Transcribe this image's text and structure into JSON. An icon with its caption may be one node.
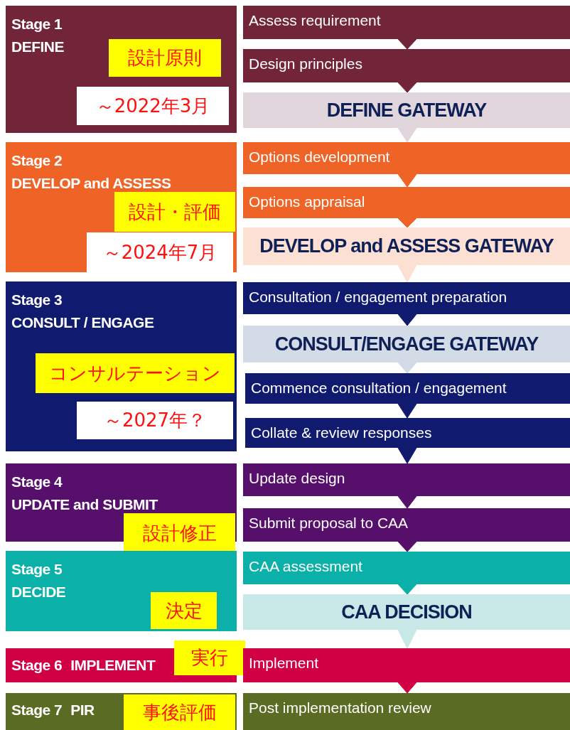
{
  "diagram": {
    "nodes": [
      {
        "text": [
          "Stage 1",
          "DEFINE"
        ]
      },
      {
        "text": [
          "設計原則"
        ],
        "in": 0
      },
      {
        "text": [
          "～2022年3月"
        ],
        "in": 0
      },
      {
        "text": [
          "Assess requirement"
        ]
      },
      {
        "text": [
          "Design principles"
        ]
      },
      {
        "text": [
          "DEFINE GATEWAY"
        ]
      },
      {
        "text": [
          "Stage 2",
          "DEVELOP and ASSESS"
        ]
      },
      {
        "text": [
          "設計・評価"
        ],
        "in": 6
      },
      {
        "text": [
          "～2024年7月"
        ],
        "in": 6
      },
      {
        "text": [
          "Options development"
        ]
      },
      {
        "text": [
          "Options appraisal"
        ]
      },
      {
        "text": [
          "DEVELOP and ASSESS GATEWAY"
        ]
      },
      {
        "text": [
          "Stage 3",
          "CONSULT / ENGAGE"
        ]
      },
      {
        "text": [
          "コンサルテーション"
        ],
        "in": 12
      },
      {
        "text": [
          "～2027年？"
        ],
        "in": 12
      },
      {
        "text": [
          "Consultation / engagement preparation"
        ]
      },
      {
        "text": [
          "CONSULT/ENGAGE GATEWAY"
        ]
      },
      {
        "text": [
          "Commence consultation / engagement"
        ]
      },
      {
        "text": [
          "Collate & review responses"
        ]
      },
      {
        "text": [
          "Stage 4",
          "UPDATE and SUBMIT"
        ]
      },
      {
        "text": [
          "設計修正"
        ]
      },
      {
        "text": [
          "Update design"
        ]
      },
      {
        "text": [
          "Submit proposal to CAA"
        ]
      },
      {
        "text": [
          "Stage 5",
          "DECIDE"
        ]
      },
      {
        "text": [
          "決定"
        ],
        "in": 23
      },
      {
        "text": [
          "CAA assessment"
        ]
      },
      {
        "text": [
          "CAA DECISION"
        ]
      },
      {
        "text": [
          "Stage 6",
          "IMPLEMENT"
        ]
      },
      {
        "text": [
          "実行"
        ]
      },
      {
        "text": [
          "Implement"
        ]
      },
      {
        "text": [
          "Stage 7",
          "PIR"
        ]
      },
      {
        "text": [
          "事後評価"
        ],
        "in": 30
      },
      {
        "text": [
          "Post implementation review"
        ]
      }
    ],
    "edges": [
      {
        "from": 3,
        "to": 4,
        "arrow": "to"
      },
      {
        "from": 4,
        "to": 5,
        "arrow": "to"
      },
      {
        "from": 5,
        "to": 9,
        "arrow": "to"
      },
      {
        "from": 9,
        "to": 10,
        "arrow": "to"
      },
      {
        "from": 10,
        "to": 11,
        "arrow": "to"
      },
      {
        "from": 11,
        "to": 15,
        "arrow": "to"
      },
      {
        "from": 15,
        "to": 16,
        "arrow": "to"
      },
      {
        "from": 16,
        "to": 17,
        "arrow": "to"
      },
      {
        "from": 17,
        "to": 18,
        "arrow": "to"
      },
      {
        "from": 18,
        "to": 21,
        "arrow": "to"
      },
      {
        "from": 21,
        "to": 22,
        "arrow": "to"
      },
      {
        "from": 22,
        "to": 25,
        "arrow": "to"
      },
      {
        "from": 25,
        "to": 26,
        "arrow": "to"
      },
      {
        "from": 26,
        "to": 29,
        "arrow": "to"
      },
      {
        "from": 29,
        "to": 32,
        "arrow": "to"
      }
    ]
  }
}
